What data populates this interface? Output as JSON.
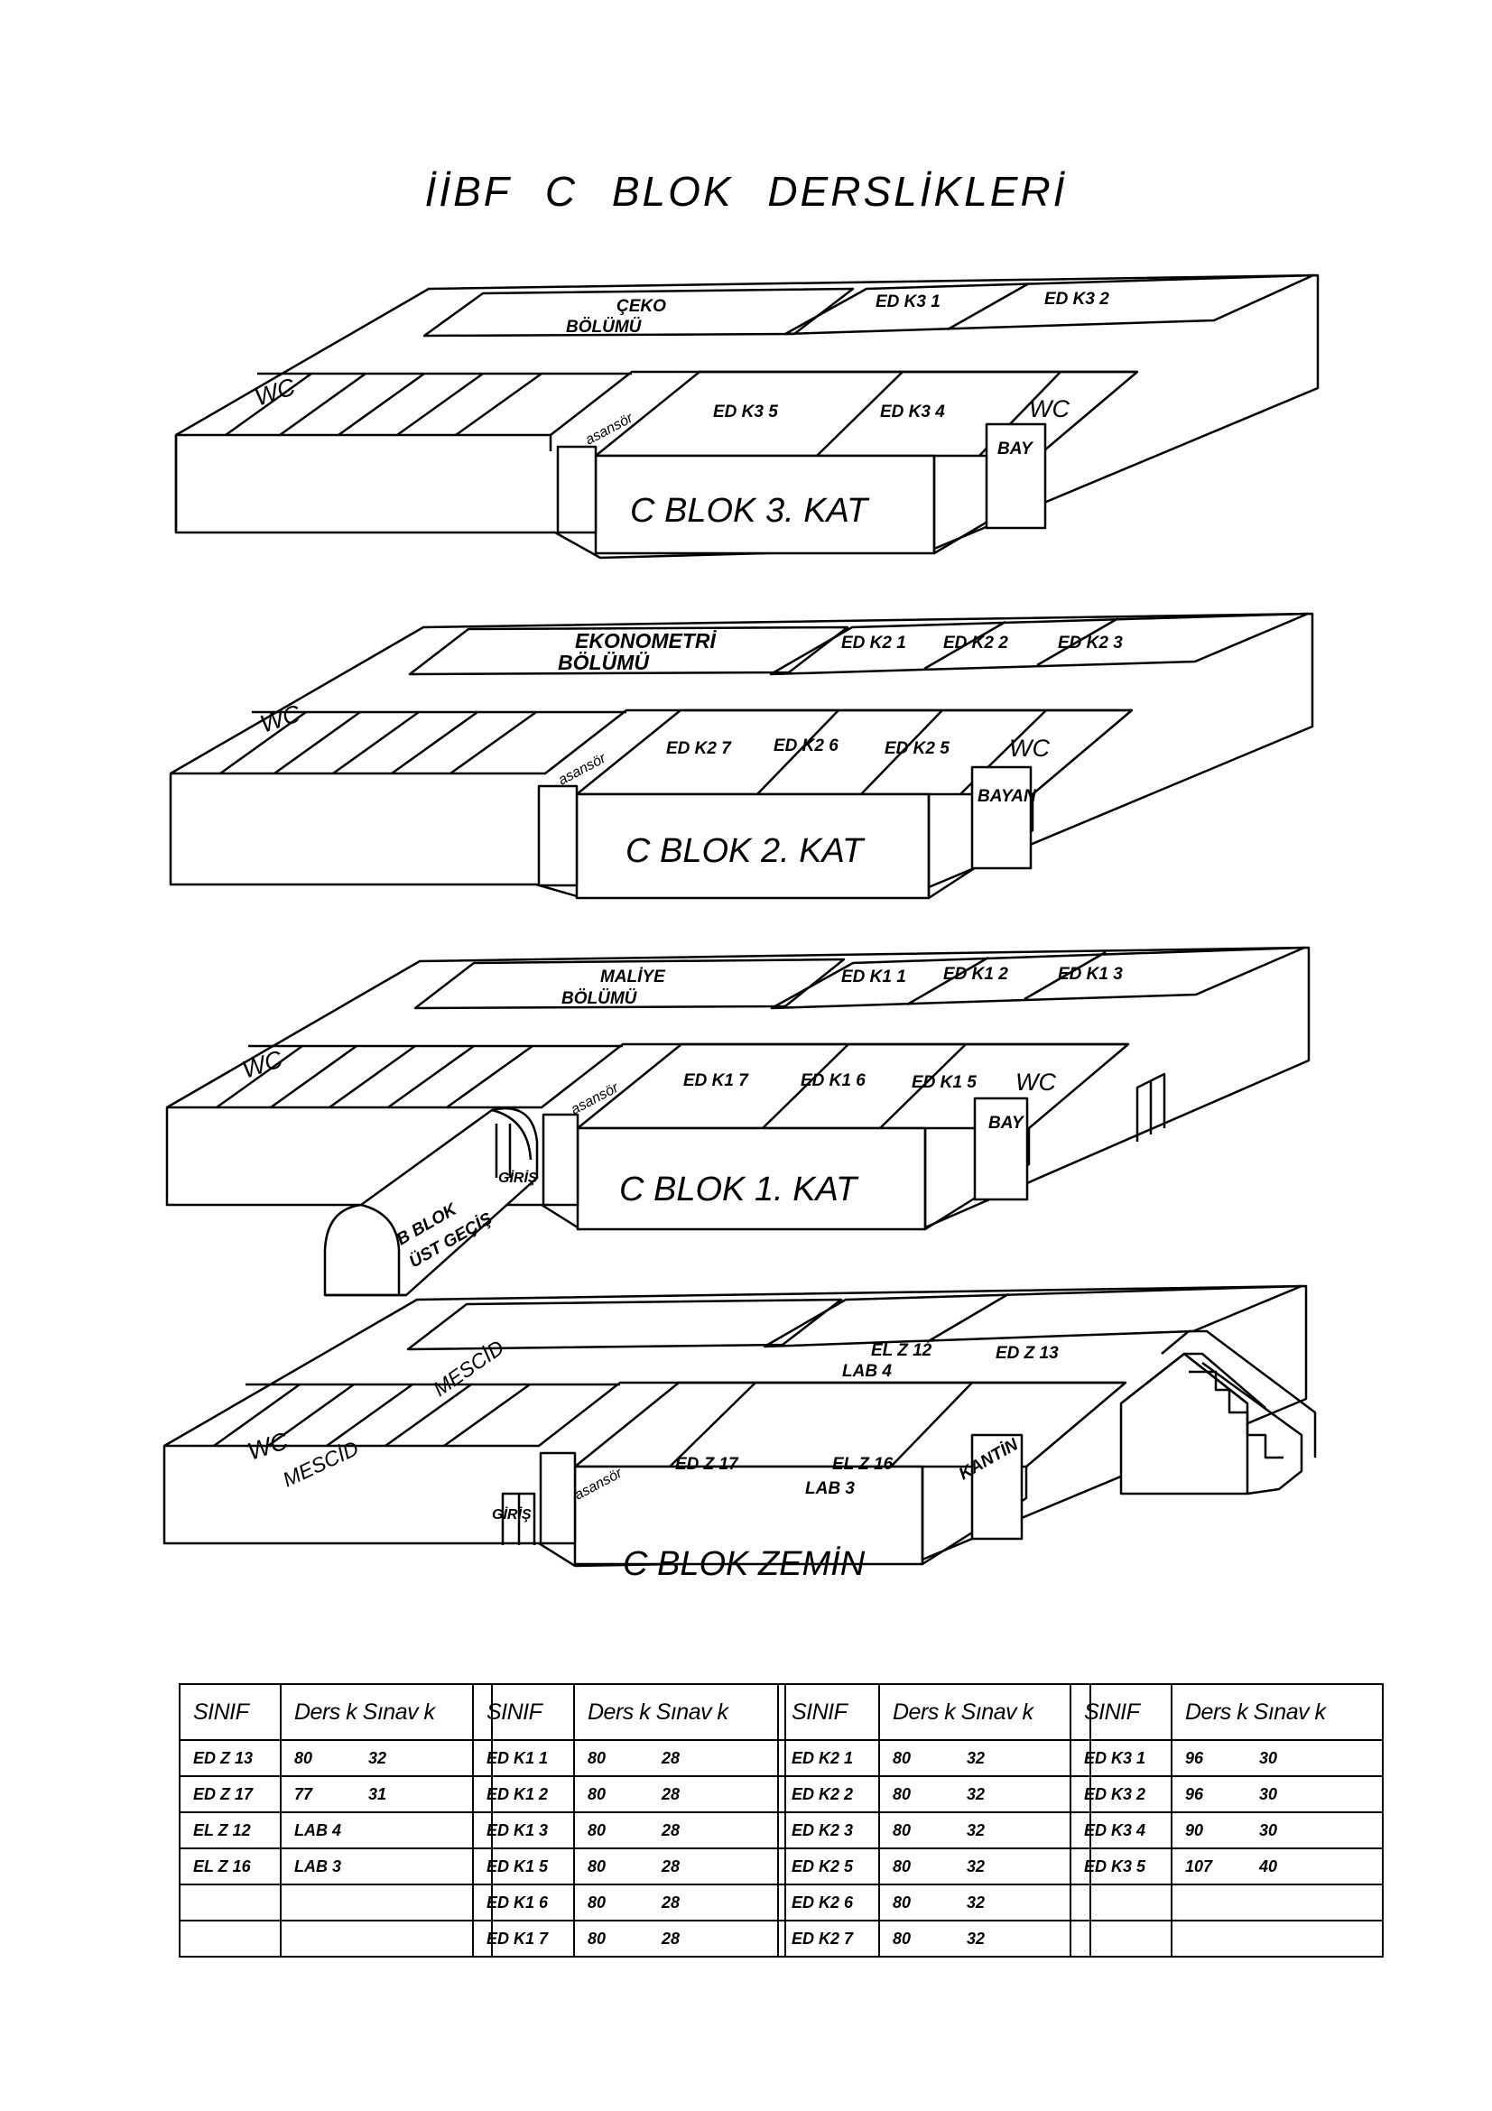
{
  "page_title": "İİBF   C   BLOK   DERSLİKLERİ",
  "floors": [
    {
      "id": "k3",
      "caption": "C BLOK 3. KAT",
      "department": [
        "ÇEKO",
        "BÖLÜMÜ"
      ],
      "rooms_back": [
        "ED K3 1",
        "ED K3 2"
      ],
      "rooms_front": [
        "ED K3 5",
        "ED K3 4"
      ],
      "wc_left": "WC",
      "wc_right": "WC",
      "wc_sign": "BAY",
      "elevator": "asansör"
    },
    {
      "id": "k2",
      "caption": "C BLOK 2. KAT",
      "department": [
        "EKONOMETRİ",
        "BÖLÜMÜ"
      ],
      "rooms_back": [
        "ED K2 1",
        "ED K2 2",
        "ED K2 3"
      ],
      "rooms_front": [
        "ED K2 7",
        "ED K2 6",
        "ED K2 5"
      ],
      "wc_left": "WC",
      "wc_right": "WC",
      "wc_sign": "BAYAN",
      "elevator": "asansör"
    },
    {
      "id": "k1",
      "caption": "C BLOK 1. KAT",
      "department": [
        "MALİYE",
        "BÖLÜMÜ"
      ],
      "rooms_back": [
        "ED K1 1",
        "ED K1 2",
        "ED K1 3"
      ],
      "rooms_front": [
        "ED K1 7",
        "ED K1 6",
        "ED K1 5"
      ],
      "wc_left": "WC",
      "wc_right": "WC",
      "wc_sign": "BAY",
      "elevator": "asansör",
      "entrance": "GİRİŞ",
      "bridge": [
        "B BLOK",
        "ÜST GEÇİŞ"
      ]
    },
    {
      "id": "z",
      "caption": "C BLOK ZEMİN",
      "mescid_back": "MESCİD",
      "mescid_left": "MESCİD",
      "rooms_back": [
        "EL Z 12",
        "LAB 4",
        "ED Z 13"
      ],
      "rooms_front": [
        "ED Z 17",
        "EL Z 16",
        "LAB 3"
      ],
      "canteen": "KANTİN",
      "wc_left": "WC",
      "elevator": "asansör",
      "entrance": "GİRİŞ"
    }
  ],
  "tables": [
    {
      "id": "zemin",
      "headers": [
        "SINIF",
        "Ders k Sınav k"
      ],
      "rows": [
        [
          "ED Z 13",
          "80",
          "32"
        ],
        [
          "ED Z 17",
          "77",
          "31"
        ],
        [
          "EL Z 12",
          "LAB  4",
          ""
        ],
        [
          "EL Z 16",
          "LAB  3",
          ""
        ],
        [
          "",
          "",
          ""
        ],
        [
          "",
          "",
          ""
        ]
      ]
    },
    {
      "id": "kat1",
      "headers": [
        "SINIF",
        "Ders k Sınav k"
      ],
      "rows": [
        [
          "ED K1 1",
          "80",
          "28"
        ],
        [
          "ED K1 2",
          "80",
          "28"
        ],
        [
          "ED K1 3",
          "80",
          "28"
        ],
        [
          "ED K1 5",
          "80",
          "28"
        ],
        [
          "ED K1 6",
          "80",
          "28"
        ],
        [
          "ED K1 7",
          "80",
          "28"
        ]
      ]
    },
    {
      "id": "kat2",
      "headers": [
        "SINIF",
        "Ders k Sınav k"
      ],
      "rows": [
        [
          "ED K2 1",
          "80",
          "32"
        ],
        [
          "ED K2 2",
          "80",
          "32"
        ],
        [
          "ED K2 3",
          "80",
          "32"
        ],
        [
          "ED K2 5",
          "80",
          "32"
        ],
        [
          "ED K2 6",
          "80",
          "32"
        ],
        [
          "ED K2 7",
          "80",
          "32"
        ]
      ]
    },
    {
      "id": "kat3",
      "headers": [
        "SINIF",
        "Ders k Sınav k"
      ],
      "rows": [
        [
          "ED K3 1",
          "96",
          "30"
        ],
        [
          "ED K3 2",
          "96",
          "30"
        ],
        [
          "ED K3 4",
          "90",
          "30"
        ],
        [
          "ED K3 5",
          "107",
          "40"
        ],
        [
          "",
          "",
          ""
        ],
        [
          "",
          "",
          ""
        ]
      ]
    }
  ]
}
